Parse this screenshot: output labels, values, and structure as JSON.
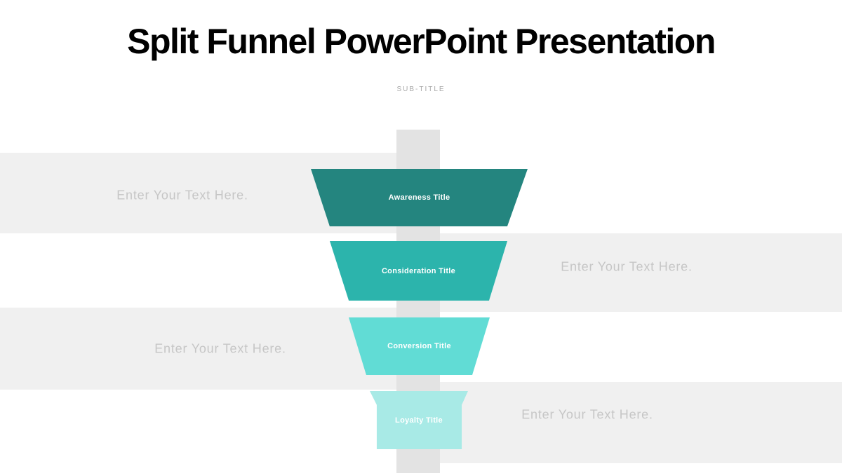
{
  "slide": {
    "title": "Split Funnel PowerPoint Presentation",
    "subtitle": "SUB-TITLE"
  },
  "funnel": {
    "stages": [
      {
        "label": "Awareness Title",
        "color": "#24857f"
      },
      {
        "label": "Consideration Title",
        "color": "#2cb4ac"
      },
      {
        "label": "Conversion Title",
        "color": "#61dcd5"
      },
      {
        "label": "Loyalty Title",
        "color": "#a8eae6"
      }
    ]
  },
  "placeholders": {
    "row1": {
      "text": "Enter Your Text Here.",
      "side": "left"
    },
    "row2": {
      "text": "Enter Your Text Here.",
      "side": "right"
    },
    "row3": {
      "text": "Enter Your Text Here.",
      "side": "left"
    },
    "row4": {
      "text": "Enter Your Text Here.",
      "side": "right"
    }
  },
  "colors": {
    "background": "#ffffff",
    "band": "#f0f0f0",
    "stem": "#e3e3e3",
    "title_text": "#010101",
    "subtitle_text": "#a8a8a8",
    "placeholder_text": "#c6c6c6",
    "stage_text": "#ffffff"
  }
}
